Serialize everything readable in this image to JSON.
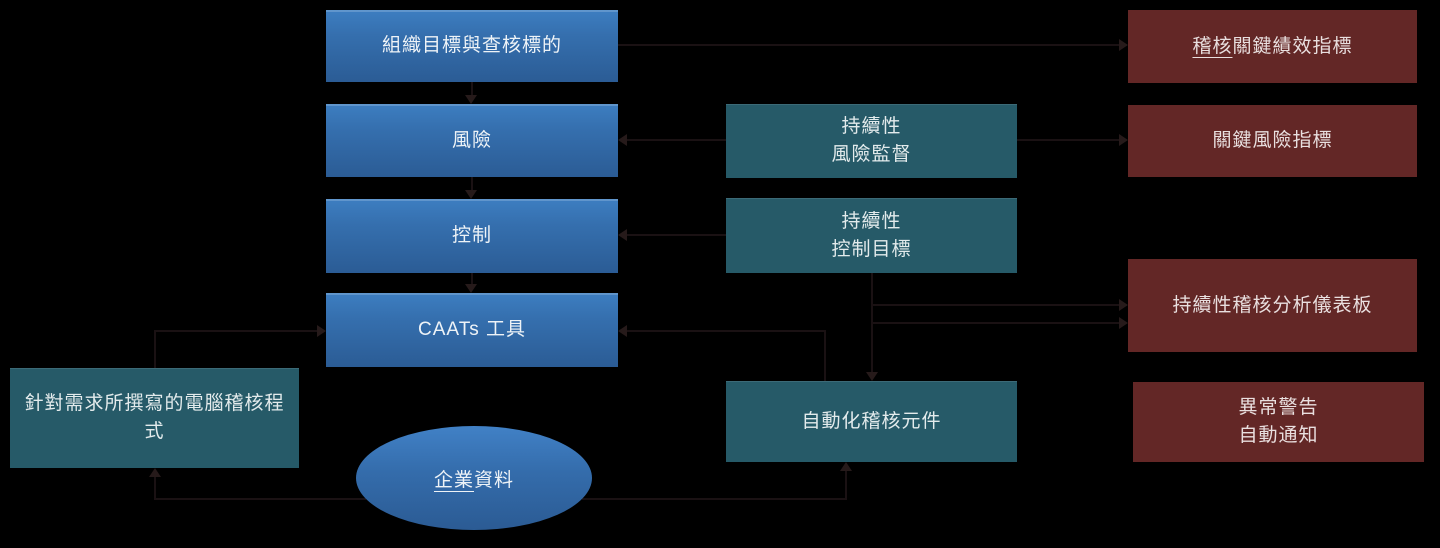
{
  "diagram": {
    "title": "continuous-auditing-flow-diagram",
    "colors": {
      "background": "#000000",
      "blue_box_top": "#3d7ec1",
      "blue_box_bottom": "#2b5c95",
      "teal_box": "#265a68",
      "red_box": "#632726",
      "connector_line": "#1a1113",
      "text": "#e8e8e8"
    },
    "blue": {
      "b1": {
        "label": "組織目標與查核標的"
      },
      "b2": {
        "label": "風險"
      },
      "b3": {
        "label": "控制"
      },
      "b4": {
        "label": "CAATs 工具"
      }
    },
    "teal": {
      "t1": {
        "line1": "持續性",
        "line2": "風險監督"
      },
      "t2": {
        "line1": "持續性",
        "line2": "控制目標"
      },
      "t3": {
        "label": "自動化稽核元件"
      },
      "t4": {
        "label": "針對需求所撰寫的電腦稽核程式"
      }
    },
    "red": {
      "r1": {
        "underlined": "稽核",
        "rest": "關鍵績效指標"
      },
      "r2": {
        "label": "關鍵風險指標"
      },
      "r3": {
        "label": "持續性稽核分析儀表板"
      },
      "r4": {
        "line1": "異常警告",
        "line2": "自動通知"
      }
    },
    "ellipse": {
      "underlined": "企業",
      "rest": "資料"
    }
  }
}
